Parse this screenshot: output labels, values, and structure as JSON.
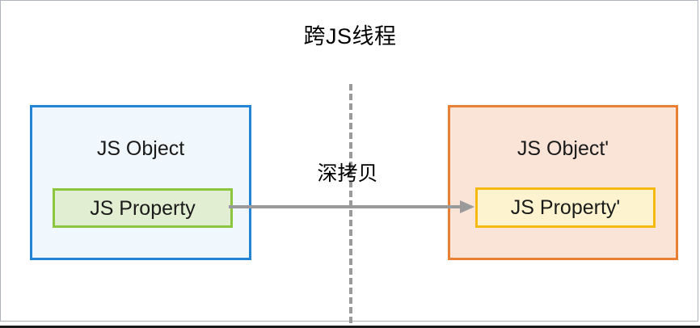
{
  "diagram": {
    "title": "跨JS线程",
    "divider": {
      "name": "thread-boundary",
      "style": "dashed"
    },
    "left_box": {
      "label": "JS Object",
      "border_color": "#2383d4",
      "fill_color": "#f1f8fd",
      "property": {
        "label": "JS Property",
        "border_color": "#8cc63e",
        "fill_color": "#e2eed2"
      }
    },
    "right_box": {
      "label": "JS Object'",
      "border_color": "#e87f33",
      "fill_color": "#fae3d7",
      "property": {
        "label": "JS Property'",
        "border_color": "#f5b911",
        "fill_color": "#fdf3cf"
      }
    },
    "arrow": {
      "label": "深拷贝",
      "color": "#9a9a9a",
      "direction": "left-to-right"
    },
    "frame_color": "#aeb3bd"
  }
}
